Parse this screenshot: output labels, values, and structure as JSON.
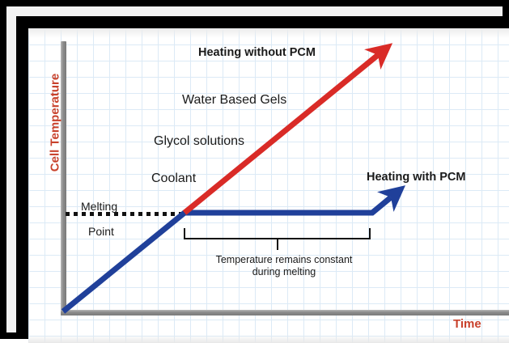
{
  "chart_data": {
    "type": "line",
    "title": "",
    "xlabel": "Time",
    "ylabel": "Cell Temperature",
    "grid": true,
    "legend": "inline-annotations",
    "axis_title_color": "#c8412b",
    "series": [
      {
        "name": "Heating without PCM",
        "color": "#d92b27",
        "style": "straight-rising-arrow",
        "description": "Temperature rises continuously and linearly with time; no plateau.",
        "points": [
          {
            "x": 208,
            "y": 243,
            "label": "melting point crossing"
          },
          {
            "x": 455,
            "y": 42,
            "label": "arrow tip"
          }
        ]
      },
      {
        "name": "Heating with PCM",
        "color": "#20409a",
        "style": "rising-then-plateau-then-rising-arrow",
        "description": "Temperature rises, holds constant at the melting point while the PCM melts, then rises again.",
        "points": [
          {
            "x": 58,
            "y": 365,
            "label": "origin"
          },
          {
            "x": 208,
            "y": 243,
            "label": "melting point reached"
          },
          {
            "x": 440,
            "y": 243,
            "label": "melting complete"
          },
          {
            "x": 470,
            "y": 218,
            "label": "arrow tip"
          }
        ]
      }
    ],
    "reference_lines": [
      {
        "name": "Melting Point",
        "style": "dotted",
        "color": "#111111",
        "orientation": "horizontal",
        "y": 243
      }
    ],
    "annotations": [
      {
        "name": "heating-without-pcm",
        "text": "Heating without PCM",
        "bold": true
      },
      {
        "name": "heating-with-pcm",
        "text": "Heating with PCM",
        "bold": true
      },
      {
        "name": "water-based-gels",
        "text": "Water Based Gels",
        "bold": false
      },
      {
        "name": "glycol-solutions",
        "text": "Glycol solutions",
        "bold": false
      },
      {
        "name": "coolant",
        "text": "Coolant",
        "bold": false
      },
      {
        "name": "melting-point",
        "text": "Melting Point",
        "bold": false
      },
      {
        "name": "bracket-note",
        "text": "Temperature remains constant during melting",
        "bold": false
      }
    ]
  },
  "axes": {
    "y_title": "Cell Temperature",
    "x_title": "Time",
    "y_tick_labels": [],
    "x_tick_labels": []
  },
  "labels": {
    "heating_without_pcm": "Heating without PCM",
    "heating_with_pcm": "Heating with PCM",
    "water_based_gels": "Water Based Gels",
    "glycol_solutions": "Glycol solutions",
    "coolant": "Coolant",
    "melting": "Melting",
    "point": "Point",
    "bracket_line1": "Temperature remains constant",
    "bracket_line2": "during melting"
  },
  "colors": {
    "red_series": "#d92b27",
    "blue_series": "#20409a",
    "axis_gray": "#8d8d8d",
    "axis_title_red": "#c8412b",
    "grid_blue": "#dceaf6",
    "frame_black": "#000000",
    "annotation_black": "#1a1a1a"
  }
}
